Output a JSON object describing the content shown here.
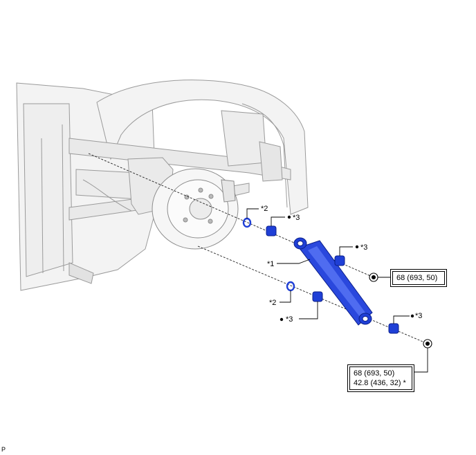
{
  "callouts": {
    "shock_absorber": "*1",
    "cushion_retainer_upper": "*2",
    "cushion_retainer_lower": "*2",
    "cushion_upper_1": "*3",
    "cushion_upper_2": "*3",
    "cushion_lower_1": "*3",
    "cushion_lower_2": "*3"
  },
  "torque": {
    "upper": "68 (693, 50)",
    "lower_1": "68 (693, 50)",
    "lower_2": "42.8 (436, 32) *"
  },
  "page_id": "P",
  "colors": {
    "part_blue": "#1f3fd6",
    "part_blue_dark": "#0b1f8a",
    "body_line": "#8a8a8a",
    "body_fill": "#f2f2f2"
  }
}
